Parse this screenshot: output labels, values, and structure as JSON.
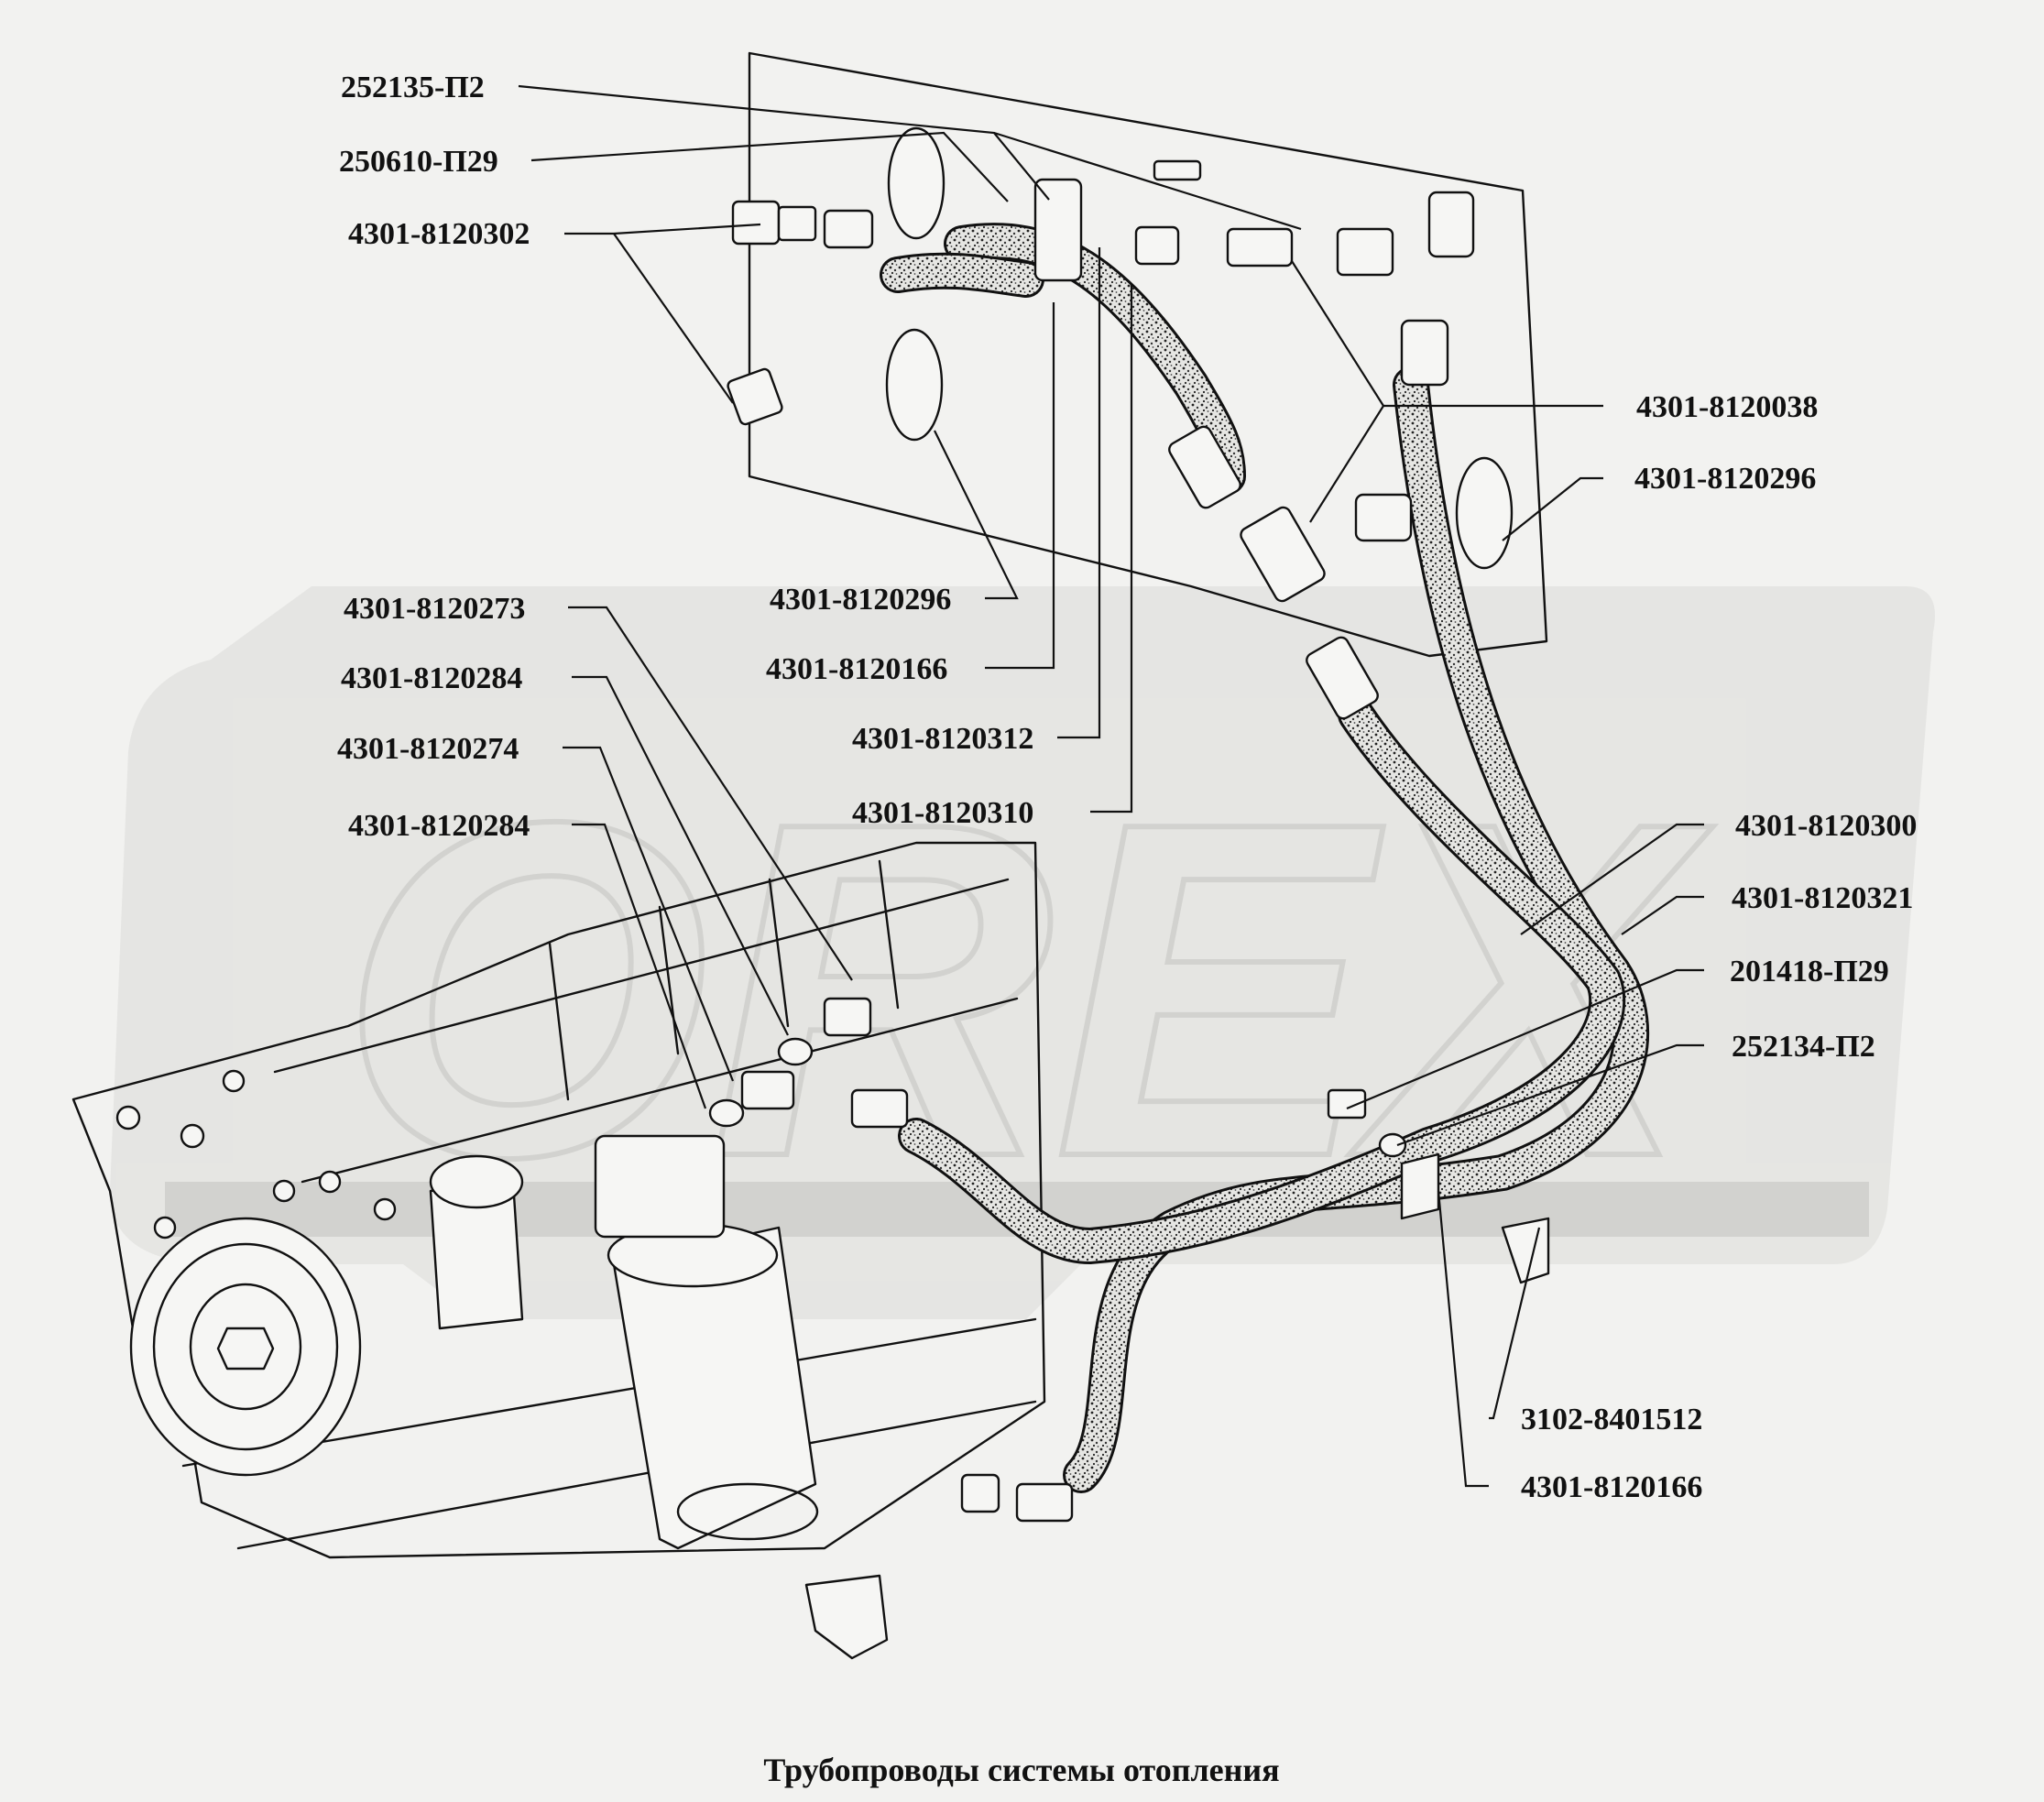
{
  "caption": "Трубопроводы системы отопления",
  "watermark": "OREX",
  "colors": {
    "background": "#f2f2f0",
    "ink": "#111111",
    "watermark": "#d9d9d6"
  },
  "labels": [
    {
      "text": "252135-П2"
    },
    {
      "text": "250610-П29"
    },
    {
      "text": "4301-8120302"
    },
    {
      "text": "4301-8120038"
    },
    {
      "text": "4301-8120296"
    },
    {
      "text": "4301-8120273"
    },
    {
      "text": "4301-8120296"
    },
    {
      "text": "4301-8120284"
    },
    {
      "text": "4301-8120166"
    },
    {
      "text": "4301-8120274"
    },
    {
      "text": "4301-8120312"
    },
    {
      "text": "4301-8120284"
    },
    {
      "text": "4301-8120310"
    },
    {
      "text": "4301-8120300"
    },
    {
      "text": "4301-8120321"
    },
    {
      "text": "201418-П29"
    },
    {
      "text": "252134-П2"
    },
    {
      "text": "3102-8401512"
    },
    {
      "text": "4301-8120166"
    }
  ]
}
